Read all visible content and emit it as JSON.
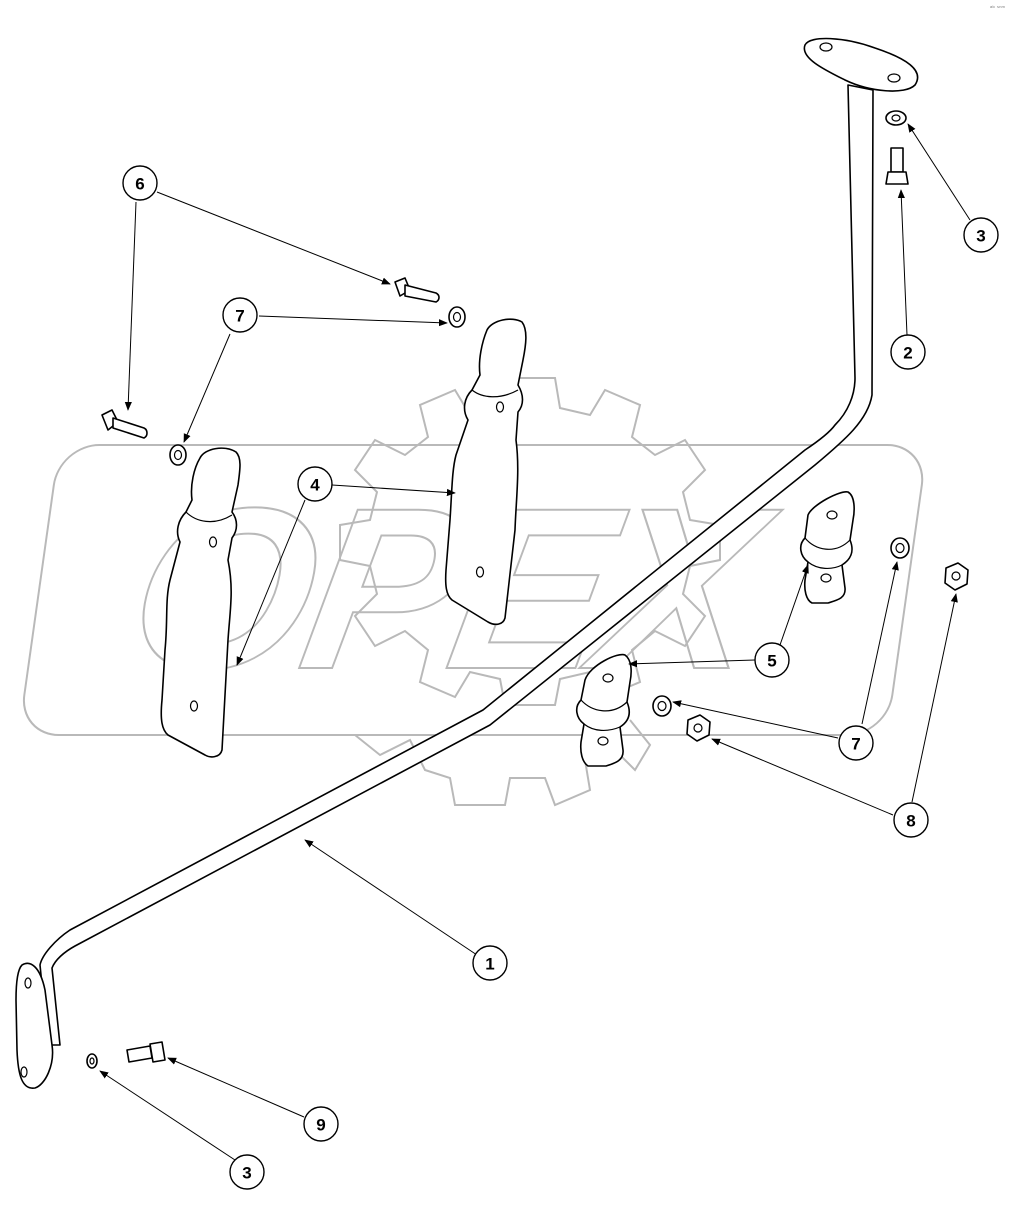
{
  "watermark": {
    "text": "OPEX"
  },
  "corner_mark": "ᵃᵇ ˢⁿᵐ",
  "colors": {
    "line": "#000000",
    "watermark": "#b9b9b9",
    "background": "#ffffff"
  },
  "callouts": [
    {
      "id": "c1",
      "label": "1"
    },
    {
      "id": "c2",
      "label": "2"
    },
    {
      "id": "c3a",
      "label": "3"
    },
    {
      "id": "c3b",
      "label": "3"
    },
    {
      "id": "c4",
      "label": "4"
    },
    {
      "id": "c5",
      "label": "5"
    },
    {
      "id": "c6",
      "label": "6"
    },
    {
      "id": "c7a",
      "label": "7"
    },
    {
      "id": "c7b",
      "label": "7"
    },
    {
      "id": "c8",
      "label": "8"
    },
    {
      "id": "c9",
      "label": "9"
    }
  ]
}
